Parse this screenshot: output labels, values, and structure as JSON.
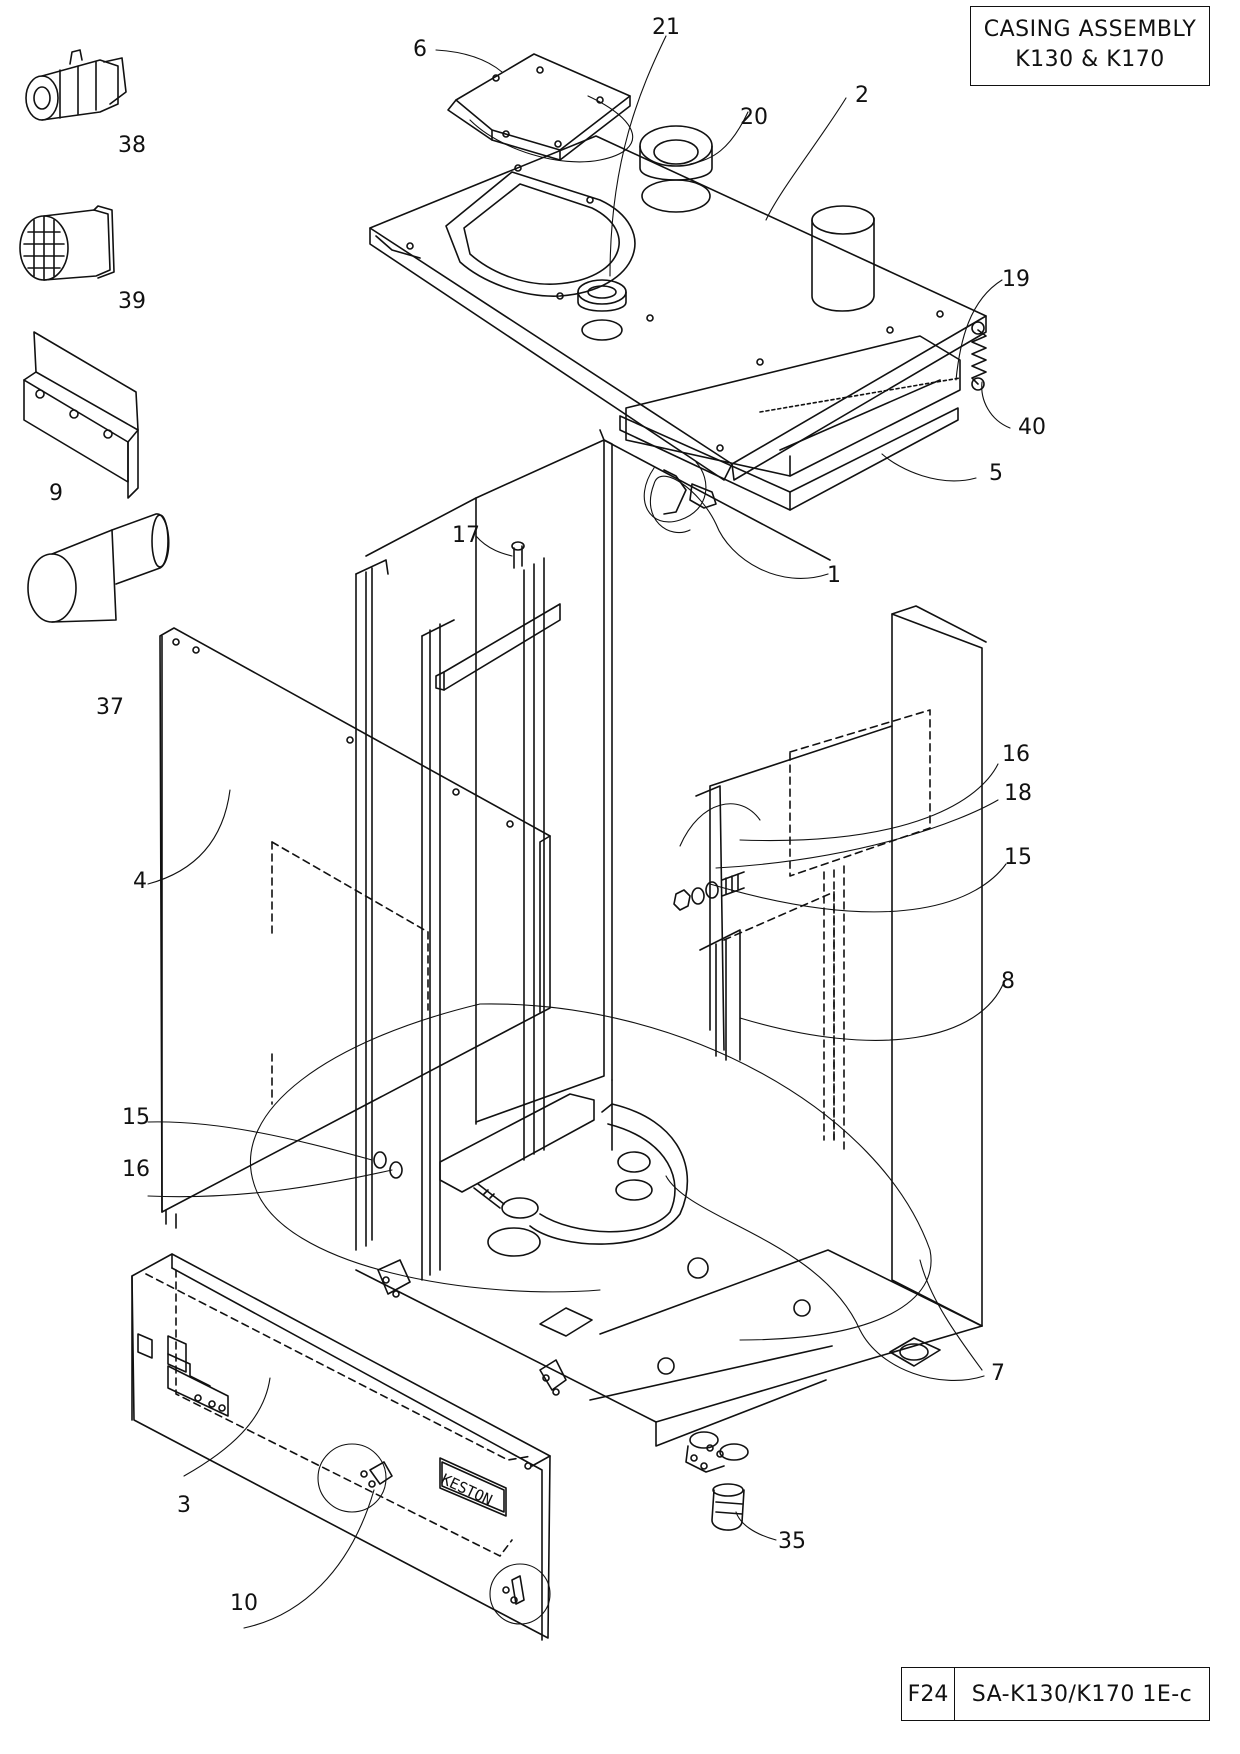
{
  "title": {
    "line1": "CASING ASSEMBLY",
    "line2": "K130 & K170"
  },
  "reference": {
    "fig": "F24",
    "code": "SA-K130/K170 1E-c"
  },
  "brand_plate": "KESTON",
  "callouts": {
    "c38": "38",
    "c39": "39",
    "c9": "9",
    "c37": "37",
    "c6": "6",
    "c21": "21",
    "c20": "20",
    "c2": "2",
    "c19": "19",
    "c40": "40",
    "c5": "5",
    "c1": "1",
    "c17": "17",
    "c16a": "16",
    "c18": "18",
    "c15a": "15",
    "c4": "4",
    "c8": "8",
    "c15b": "15",
    "c16b": "16",
    "c7": "7",
    "c3": "3",
    "c35": "35",
    "c10": "10"
  }
}
